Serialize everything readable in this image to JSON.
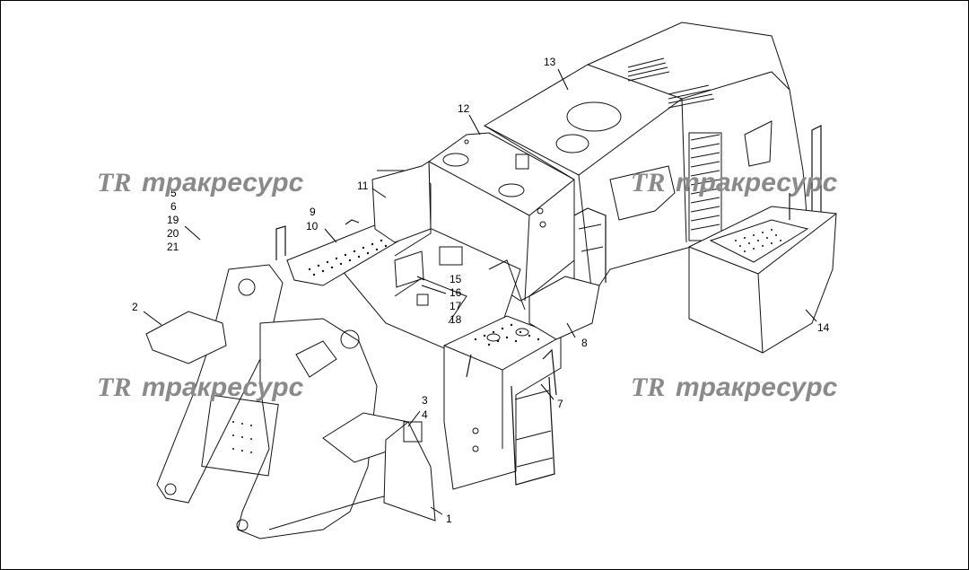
{
  "watermark": {
    "logo": "ТR",
    "text": "тракресурс"
  },
  "callouts": [
    {
      "id": "1",
      "text": "1"
    },
    {
      "id": "2",
      "text": "2"
    },
    {
      "id": "3",
      "text": "3"
    },
    {
      "id": "4",
      "text": "4"
    },
    {
      "id": "5",
      "text": "5"
    },
    {
      "id": "6",
      "text": "6"
    },
    {
      "id": "7",
      "text": "7"
    },
    {
      "id": "8",
      "text": "8"
    },
    {
      "id": "9",
      "text": "9"
    },
    {
      "id": "10",
      "text": "10"
    },
    {
      "id": "11",
      "text": "11"
    },
    {
      "id": "12",
      "text": "12"
    },
    {
      "id": "13",
      "text": "13"
    },
    {
      "id": "14",
      "text": "14"
    },
    {
      "id": "15",
      "text": "15"
    },
    {
      "id": "16",
      "text": "16"
    },
    {
      "id": "17",
      "text": "17"
    },
    {
      "id": "18",
      "text": "18"
    },
    {
      "id": "19",
      "text": "19"
    },
    {
      "id": "20",
      "text": "20"
    },
    {
      "id": "21",
      "text": "21"
    }
  ]
}
